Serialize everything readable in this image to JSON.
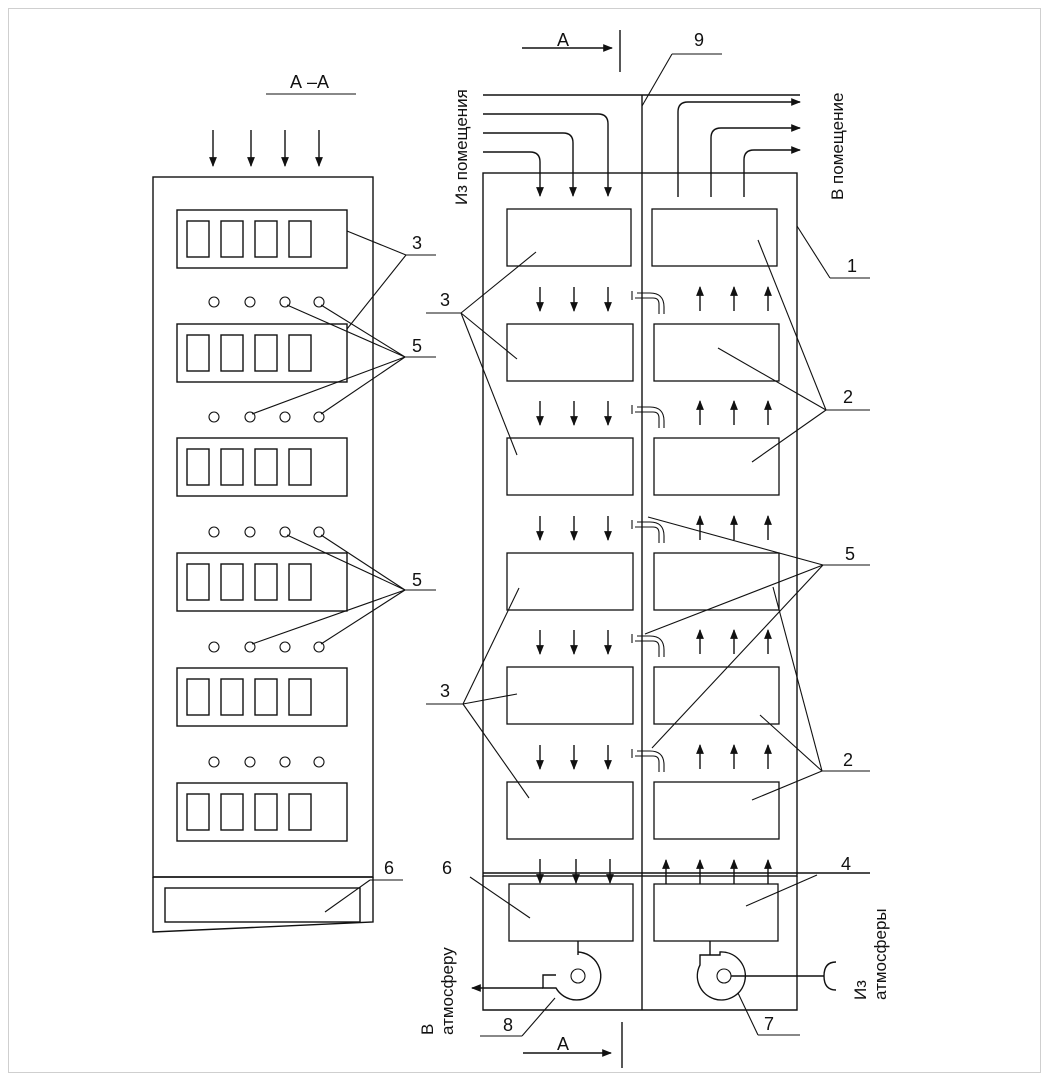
{
  "section_title": "А –А",
  "section_marker": "А",
  "text_from_room": "Из помещения",
  "text_to_room": "В помещение",
  "text_to_atmosphere_1": "В",
  "text_to_atmosphere_2": "атмосферу",
  "text_from_atmosphere_1": "Из",
  "text_from_atmosphere_2": "атмосферы",
  "labels": {
    "n1": "1",
    "n2": "2",
    "n3": "3",
    "n4": "4",
    "n5": "5",
    "n6": "6",
    "n7": "7",
    "n8": "8",
    "n9": "9"
  }
}
